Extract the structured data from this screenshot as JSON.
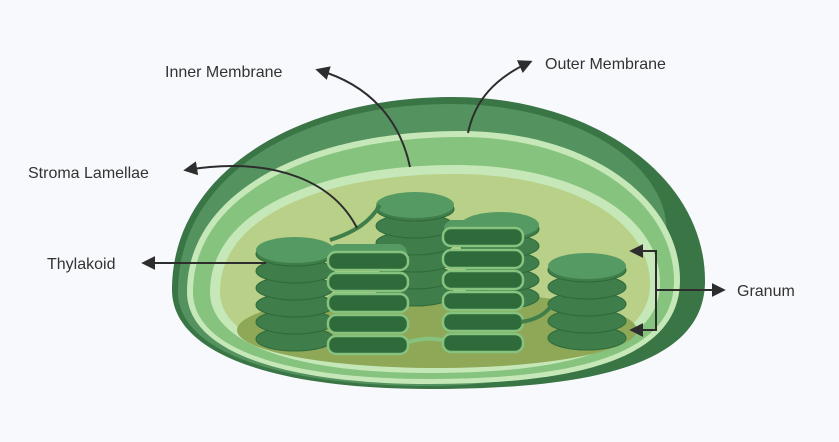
{
  "labels": {
    "inner_membrane": "Inner Membrane",
    "outer_membrane": "Outer Membrane",
    "stroma_lamellae": "Stroma Lamellae",
    "thylakoid": "Thylakoid",
    "granum": "Granum"
  },
  "colors": {
    "background": "#f8f9fd",
    "outer_dark": "#3a7545",
    "outer_mid": "#549360",
    "membrane_light": "#c6e8b8",
    "intermembrane": "#86c37e",
    "stroma": "#b8d087",
    "stroma_dark": "#8fa858",
    "disc_top": "#559a62",
    "disc_side": "#3f7d4b",
    "thylakoid_fill": "#2f6a3a",
    "thylakoid_rim": "#86c37e",
    "text": "#333333"
  }
}
